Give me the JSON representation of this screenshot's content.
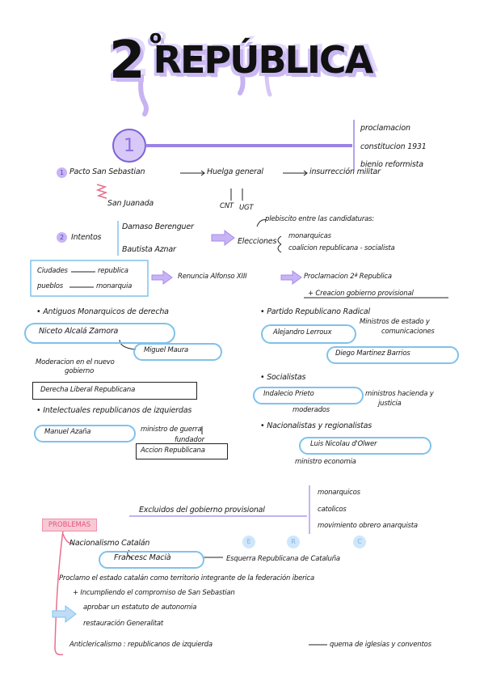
{
  "title": {
    "number": "2",
    "ordinal": "o",
    "text": "REPÚBLICA"
  },
  "section1": {
    "badge": "1",
    "right_list": [
      "proclamacion",
      "constitucion 1931",
      "bienio reformista"
    ],
    "pacto": {
      "num": "1",
      "text": "Pacto San Sebastian",
      "huelga": "Huelga general",
      "insurreccion": "insurrección militar",
      "cnt": "CNT",
      "ugt": "UGT"
    },
    "jaca": "San Juanada"
  },
  "intentos": {
    "num": "2",
    "label": "Intentos",
    "names": [
      "Damaso Berenguer",
      "Bautista Aznar"
    ],
    "elecciones": "Elecciones",
    "plebiscito": "plebiscito entre las candidaturas:",
    "options": [
      "monarquicas",
      "coalicion republicana - socialista"
    ]
  },
  "results": {
    "ciudades": "Ciudades",
    "republica": "republica",
    "pueblos": "pueblos",
    "monarquia": "monarquia",
    "renuncia": "Renuncia Alfonso XIII",
    "proclamacion": "Proclamacion 2ª Republica",
    "gobierno": "+ Creacion gobierno provisional"
  },
  "left_groups": {
    "antiguos": "• Antiguos Monarquicos de derecha",
    "niceto": "Niceto Alcalá Zamora",
    "maura": "Miguel Maura",
    "moderacion": [
      "Moderacion en el nuevo",
      "gobierno"
    ],
    "derecha": "Derecha Liberal Republicana",
    "intelectuales": "• Intelectuales republicanos de izquierdas",
    "azana": "Manuel Azaña",
    "ministro": [
      "ministro de guerra",
      "fundador"
    ],
    "accion": "Accion Republicana"
  },
  "right_groups": {
    "radical": "• Partido Republicano Radical",
    "ministros": [
      "Ministros de estado y",
      "comunicaciones"
    ],
    "lerroux": "Alejandro Lerroux",
    "barrios": "Diego Martinez Barrios",
    "socialistas": "• Socialistas",
    "prieto": "Indalecio Prieto",
    "ministros_hacienda": [
      "ministros hacienda y",
      "justicia"
    ],
    "moderados": "moderados",
    "nacionalistas": "• Nacionalistas y regionalistas",
    "olivar": "Luis Nicolau d'Olwer",
    "economia": "ministro economia"
  },
  "excluidos": {
    "label": "Excluidos del gobierno provisional",
    "list": [
      "monarquicos",
      "catolicos",
      "movimiento obrero anarquista"
    ]
  },
  "problemas": {
    "badge": "PROBLEMAS",
    "nacionalismo": "Nacionalismo Catalán",
    "macia": "Francesc Macià",
    "bubbles": [
      "E",
      "R",
      "C"
    ],
    "esquerra": "Esquerra Republicana de Cataluña",
    "proclamo": "Proclamo el estado catalán como territorio integrante de la federación iberica",
    "cumpliendo": "+ Incumpliendo el compromiso de San Sebastian",
    "estatuto": "aprobar un estatuto de autonomia",
    "restauracion": "restauración Generalitat",
    "anticlericalismo": "Anticlericalismo : republicanos de izquierda",
    "quema": "quema de iglesias y conventos"
  }
}
